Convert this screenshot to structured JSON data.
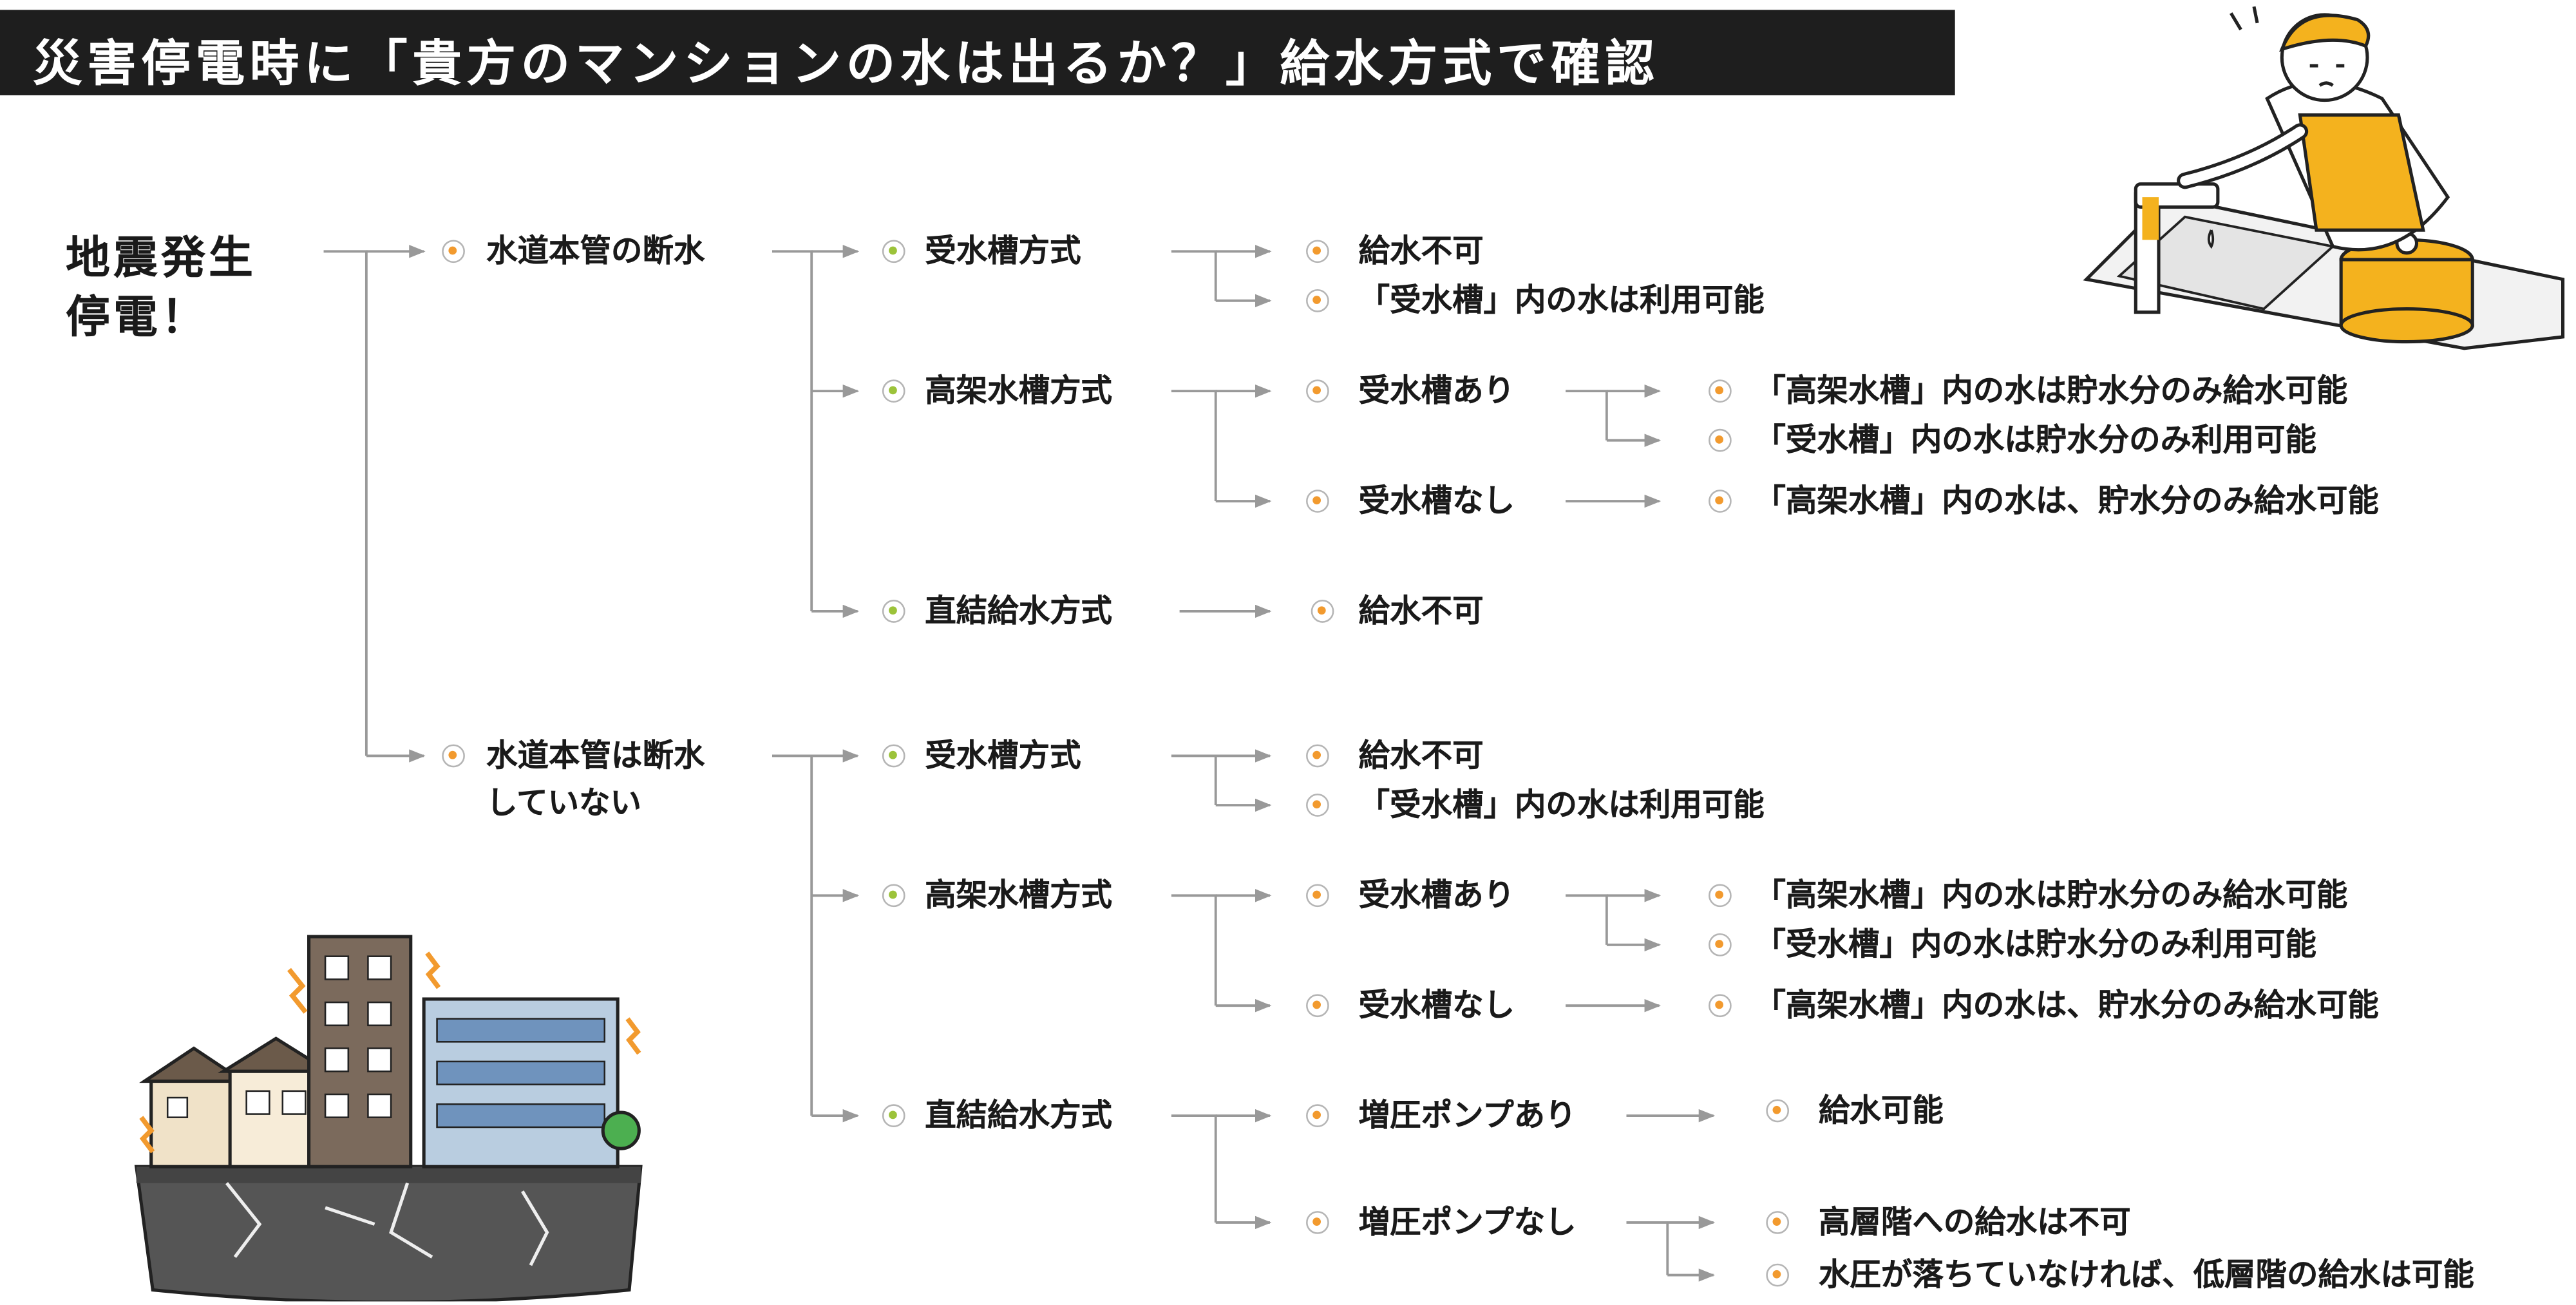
{
  "title": "災害停電時に「貴方のマンションの水は出るか？」給水方式で確認",
  "root": {
    "line1": "地震発生",
    "line2": "停電！"
  },
  "branch_a": {
    "label": "水道本管の断水",
    "receiving_tank": {
      "label": "受水槽方式",
      "results": [
        "給水不可",
        "「受水槽」内の水は利用可能"
      ]
    },
    "elevated_tank": {
      "label": "高架水槽方式",
      "with_tank": {
        "label": "受水槽あり",
        "results": [
          "「高架水槽」内の水は貯水分のみ給水可能",
          "「受水槽」内の水は貯水分のみ利用可能"
        ]
      },
      "without_tank": {
        "label": "受水槽なし",
        "results": [
          "「高架水槽」内の水は、貯水分のみ給水可能"
        ]
      }
    },
    "direct": {
      "label": "直結給水方式",
      "results": [
        "給水不可"
      ]
    }
  },
  "branch_b": {
    "label_line1": "水道本管は断水",
    "label_line2": "していない",
    "receiving_tank": {
      "label": "受水槽方式",
      "results": [
        "給水不可",
        "「受水槽」内の水は利用可能"
      ]
    },
    "elevated_tank": {
      "label": "高架水槽方式",
      "with_tank": {
        "label": "受水槽あり",
        "results": [
          "「高架水槽」内の水は貯水分のみ給水可能",
          "「受水槽」内の水は貯水分のみ利用可能"
        ]
      },
      "without_tank": {
        "label": "受水槽なし",
        "results": [
          "「高架水槽」内の水は、貯水分のみ給水可能"
        ]
      }
    },
    "direct": {
      "label": "直結給水方式",
      "with_pump": {
        "label": "増圧ポンプあり",
        "results": [
          "給水可能"
        ]
      },
      "without_pump": {
        "label": "増圧ポンプなし",
        "results": [
          "高層階への給水は不可",
          "水圧が落ちていなければ、低層階の給水は可能"
        ]
      }
    }
  },
  "colors": {
    "bullet_orange": "#f29a2e",
    "bullet_green": "#9cc33a",
    "connector": "#999999",
    "title_bg": "#1e1e1e",
    "apron": "#f4b21e"
  },
  "icons": [
    "worried-person-at-sink-illustration",
    "earthquake-damaged-buildings-illustration"
  ]
}
